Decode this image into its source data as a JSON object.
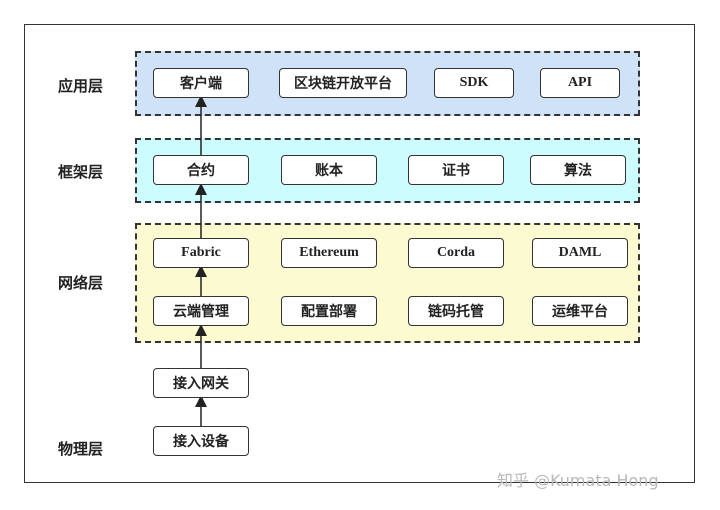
{
  "layers": {
    "application": {
      "label": "应用层",
      "items": [
        "客户端",
        "区块链开放平台",
        "SDK",
        "API"
      ]
    },
    "framework": {
      "label": "框架层",
      "items": [
        "合约",
        "账本",
        "证书",
        "算法"
      ]
    },
    "network": {
      "label": "网络层",
      "items_top": [
        "Fabric",
        "Ethereum",
        "Corda",
        "DAML"
      ],
      "items_bottom": [
        "云端管理",
        "配置部署",
        "链码托管",
        "运维平台"
      ]
    },
    "physical": {
      "label": "物理层",
      "items": [
        "接入网关",
        "接入设备"
      ]
    }
  },
  "watermark": "kumata",
  "credit": "知乎 @Kumata Hong"
}
